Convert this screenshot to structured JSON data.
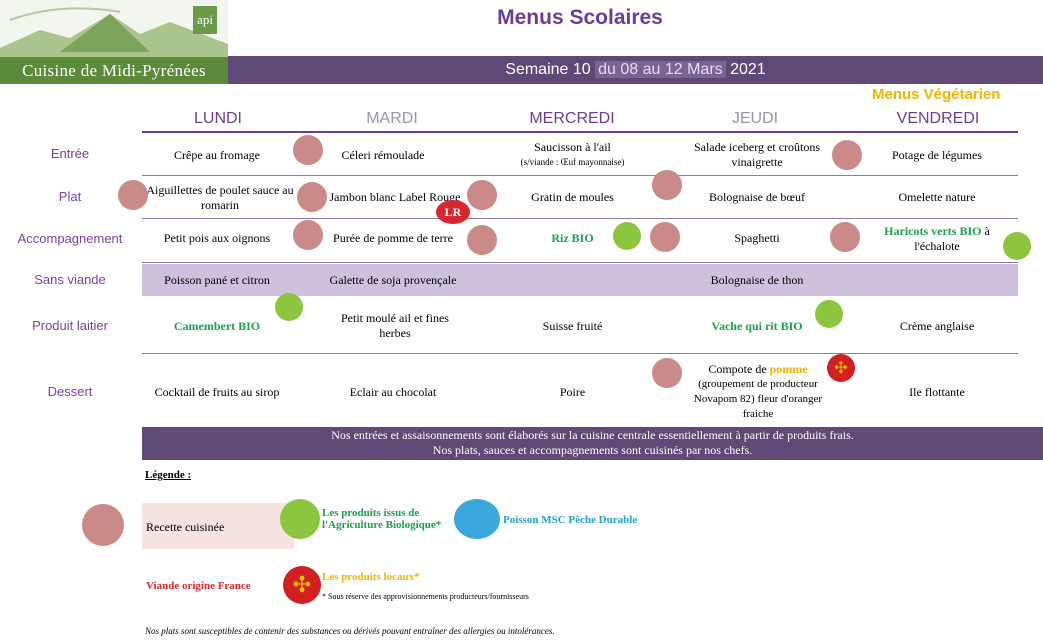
{
  "header": {
    "logo_text": "Cuisine de Midi-Pyrénées",
    "logo_badge": "api",
    "title": "Menus Scolaires",
    "week_prefix": "Semaine 10",
    "week_dates": "du 08 au 12 Mars",
    "week_year": "2021",
    "veg_label": "Menus Végétarien"
  },
  "days": [
    "LUNDI",
    "MARDI",
    "MERCREDI",
    "JEUDI",
    "VENDREDI"
  ],
  "rows": {
    "entree": {
      "label": "Entrée",
      "cells": [
        "Crêpe au fromage",
        "Céleri rémoulade",
        "Saucisson à l'ail",
        "Salade iceberg et croûtons vinaigrette",
        "Potage de légumes"
      ],
      "mercredi_sub": "(s/viande : Œuf mayonnaise)"
    },
    "plat": {
      "label": "Plat",
      "cells": [
        "Aiguillettes de poulet sauce au romarin",
        "Jambon blanc Label Rouge",
        "Gratin de moules",
        "Bolognaise de bœuf",
        "Omelette nature"
      ]
    },
    "accompagnement": {
      "label": "Accompagnement",
      "cells": [
        "Petit pois aux oignons",
        "Purée de pomme de terre",
        "Riz BIO",
        "Spaghetti",
        "Haricots verts BIO"
      ],
      "vendredi_suffix": "à l'échalote"
    },
    "sans_viande": {
      "label": "Sans viande",
      "cells": [
        "Poisson pané et citron",
        "Galette de soja provençale",
        "Bolognaise de thon"
      ]
    },
    "produit_laitier": {
      "label": "Produit laitier",
      "cells": [
        "Camembert BIO",
        "Petit moulé ail et fines herbes",
        "Suisse fruité",
        "Vache qui rit BIO",
        "Crème anglaise"
      ]
    },
    "dessert": {
      "label": "Dessert",
      "cells": [
        "Cocktail de fruits au sirop",
        "Eclair au chocolat",
        "Poire",
        "",
        "Ile flottante"
      ],
      "jeudi_prefix": "Compote de",
      "jeudi_highlight": "pomme",
      "jeudi_rest": "(groupement de producteur Novapom 82) fleur d'oranger fraiche"
    }
  },
  "notes": [
    "Nos entrées et assaisonnements sont élaborés sur la cuisine centrale essentiellement à partir de produits frais.",
    "Nos plats, sauces et accompagnements sont cuisinés par nos chefs."
  ],
  "legend": {
    "title": "Légende :",
    "recette": "Recette cuisinée",
    "bio": "Les produits issus de l'Agriculture Biologique*",
    "msc": "Poisson MSC Pêche Durable",
    "viande": "Viande origine France",
    "locaux": "Les produits locaux*",
    "reserve": "* Sous réserve des approvisionnements producteurs/fournisseurs",
    "label_rouge_mark": "LR"
  },
  "legal": "Nos plats sont susceptibles de contenir des substances ou dérivés pouvant entraîner des allergies ou intolérances.",
  "colors": {
    "purple_bar": "#5f4977",
    "title_purple": "#6b3d9a",
    "bio_green": "#1aa24a",
    "veg_yellow": "#f4b400",
    "msc_blue": "#3aa8dd",
    "viande_red": "#e2252c"
  }
}
